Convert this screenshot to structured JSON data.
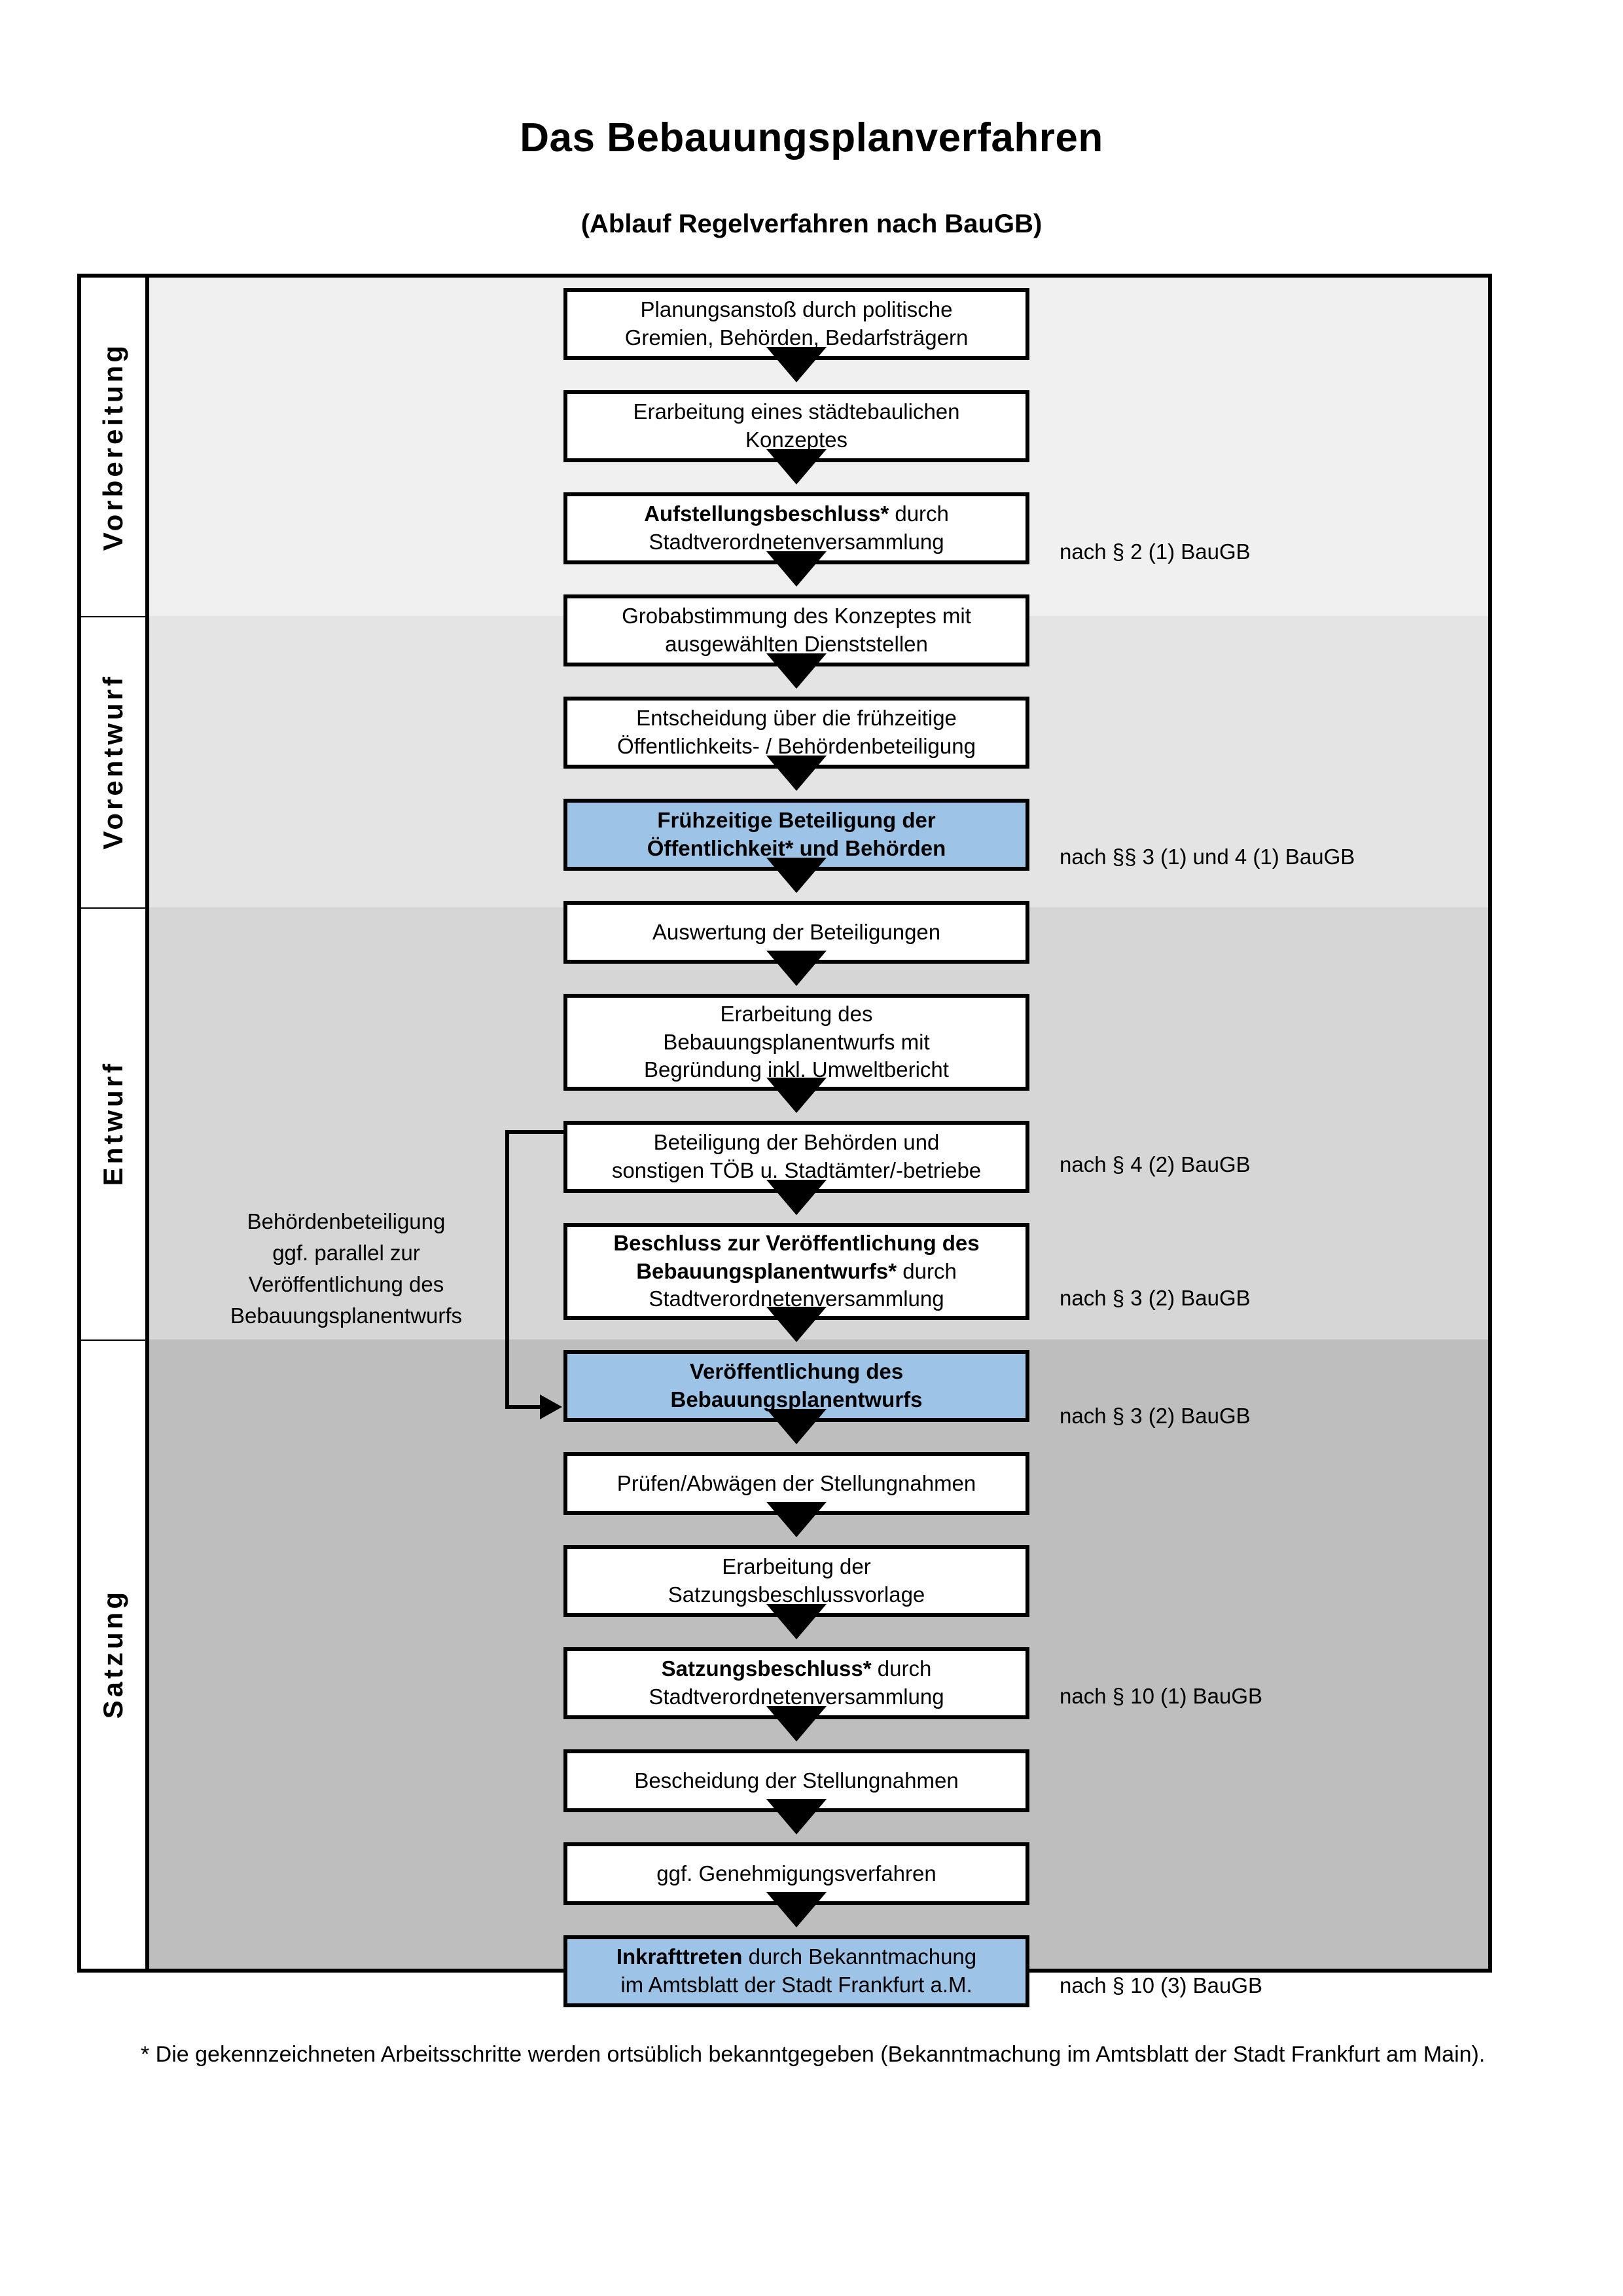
{
  "title": "Das Bebauungsplanverfahren",
  "subtitle": "(Ablauf Regelverfahren nach BauGB)",
  "footnote": "* Die gekennzeichneten Arbeitsschritte werden ortsüblich bekanntgegeben (Bekanntmachung im Amtsblatt  der Stadt Frankfurt am Main).",
  "colors": {
    "highlight_blue": "#9DC3E6",
    "band_vorbereitung": "#F0F0F0",
    "band_vorentwurf": "#E4E4E4",
    "band_entwurf": "#D6D6D6",
    "band_satzung": "#BEBEBE",
    "border": "#000000"
  },
  "phases": [
    {
      "label": "Vorbereitung"
    },
    {
      "label": "Vorentwurf"
    },
    {
      "label": "Entwurf"
    },
    {
      "label": "Satzung"
    }
  ],
  "nodes": [
    {
      "id": "n1",
      "lines": [
        {
          "t": "Planungsanstoß durch politische",
          "bold": false
        },
        {
          "t": "Gremien, Behörden, Bedarfsträgern",
          "bold": false
        }
      ],
      "highlight": false
    },
    {
      "id": "n2",
      "lines": [
        {
          "t": "Erarbeitung eines städtebaulichen",
          "bold": false
        },
        {
          "t": "Konzeptes",
          "bold": false
        }
      ],
      "highlight": false
    },
    {
      "id": "n3",
      "lines": [
        {
          "t": "Aufstellungsbeschluss* durch",
          "bold": "partial",
          "boldpart": "Aufstellungsbeschluss*",
          "restpart": " durch"
        },
        {
          "t": "Stadtverordnetenversammlung",
          "bold": false
        }
      ],
      "highlight": false
    },
    {
      "id": "n4",
      "lines": [
        {
          "t": "Grobabstimmung des Konzeptes mit",
          "bold": false
        },
        {
          "t": "ausgewählten Dienststellen",
          "bold": false
        }
      ],
      "highlight": false
    },
    {
      "id": "n5",
      "lines": [
        {
          "t": "Entscheidung über die frühzeitige",
          "bold": false
        },
        {
          "t": "Öffentlichkeits- / Behördenbeteiligung",
          "bold": false
        }
      ],
      "highlight": false
    },
    {
      "id": "n6",
      "lines": [
        {
          "t": "Frühzeitige Beteiligung der",
          "bold": true
        },
        {
          "t": "Öffentlichkeit* und Behörden",
          "bold": true
        }
      ],
      "highlight": true
    },
    {
      "id": "n7",
      "lines": [
        {
          "t": "Auswertung der Beteiligungen",
          "bold": false
        }
      ],
      "highlight": false
    },
    {
      "id": "n8",
      "lines": [
        {
          "t": "Erarbeitung des",
          "bold": false
        },
        {
          "t": "Bebauungsplanentwurfs mit",
          "bold": false
        },
        {
          "t": "Begründung inkl. Umweltbericht",
          "bold": false
        }
      ],
      "highlight": false
    },
    {
      "id": "n9",
      "lines": [
        {
          "t": "Beteiligung der Behörden und",
          "bold": false
        },
        {
          "t": "sonstigen TÖB u. Stadtämter/-betriebe",
          "bold": false
        }
      ],
      "highlight": false
    },
    {
      "id": "n10",
      "lines": [
        {
          "t": "Beschluss zur Veröffentlichung des",
          "bold": true
        },
        {
          "t": "Bebauungsplanentwurfs* durch",
          "bold": "partial",
          "boldpart": "Bebauungsplanentwurfs*",
          "restpart": " durch"
        },
        {
          "t": "Stadtverordnetenversammlung",
          "bold": false
        }
      ],
      "highlight": false
    },
    {
      "id": "n11",
      "lines": [
        {
          "t": "Veröffentlichung des",
          "bold": true
        },
        {
          "t": "Bebauungsplanentwurfs",
          "bold": true
        }
      ],
      "highlight": true
    },
    {
      "id": "n12",
      "lines": [
        {
          "t": "Prüfen/Abwägen der Stellungnahmen",
          "bold": false
        }
      ],
      "highlight": false
    },
    {
      "id": "n13",
      "lines": [
        {
          "t": "Erarbeitung der",
          "bold": false
        },
        {
          "t": "Satzungsbeschlussvorlage",
          "bold": false
        }
      ],
      "highlight": false
    },
    {
      "id": "n14",
      "lines": [
        {
          "t": "Satzungsbeschluss* durch",
          "bold": "partial",
          "boldpart": "Satzungsbeschluss*",
          "restpart": " durch"
        },
        {
          "t": "Stadtverordnetenversammlung",
          "bold": false
        }
      ],
      "highlight": false
    },
    {
      "id": "n15",
      "lines": [
        {
          "t": "Bescheidung der Stellungnahmen",
          "bold": false
        }
      ],
      "highlight": false
    },
    {
      "id": "n16",
      "lines": [
        {
          "t": "ggf. Genehmigungsverfahren",
          "bold": false
        }
      ],
      "highlight": false
    },
    {
      "id": "n17",
      "lines": [
        {
          "t": "Inkrafttreten durch Bekanntmachung",
          "bold": "partial",
          "boldpart": "Inkrafttreten",
          "restpart": " durch Bekanntmachung"
        },
        {
          "t": "im Amtsblatt der Stadt Frankfurt a.M.",
          "bold": false
        }
      ],
      "highlight": true
    }
  ],
  "legal_refs": [
    {
      "id": "r1",
      "text": "nach § 2 (1) BauGB"
    },
    {
      "id": "r2",
      "text": "nach §§ 3 (1) und 4 (1) BauGB"
    },
    {
      "id": "r3",
      "text": "nach § 4 (2) BauGB"
    },
    {
      "id": "r4",
      "text": "nach § 3 (2) BauGB"
    },
    {
      "id": "r5",
      "text": "nach § 3 (2) BauGB"
    },
    {
      "id": "r6",
      "text": "nach § 10 (1) BauGB"
    },
    {
      "id": "r7",
      "text": "nach § 10 (3) BauGB"
    }
  ],
  "side_note": {
    "lines": [
      "Behördenbeteiligung",
      "ggf. parallel zur",
      "Veröffentlichung des",
      "Bebauungsplanentwurfs"
    ]
  }
}
